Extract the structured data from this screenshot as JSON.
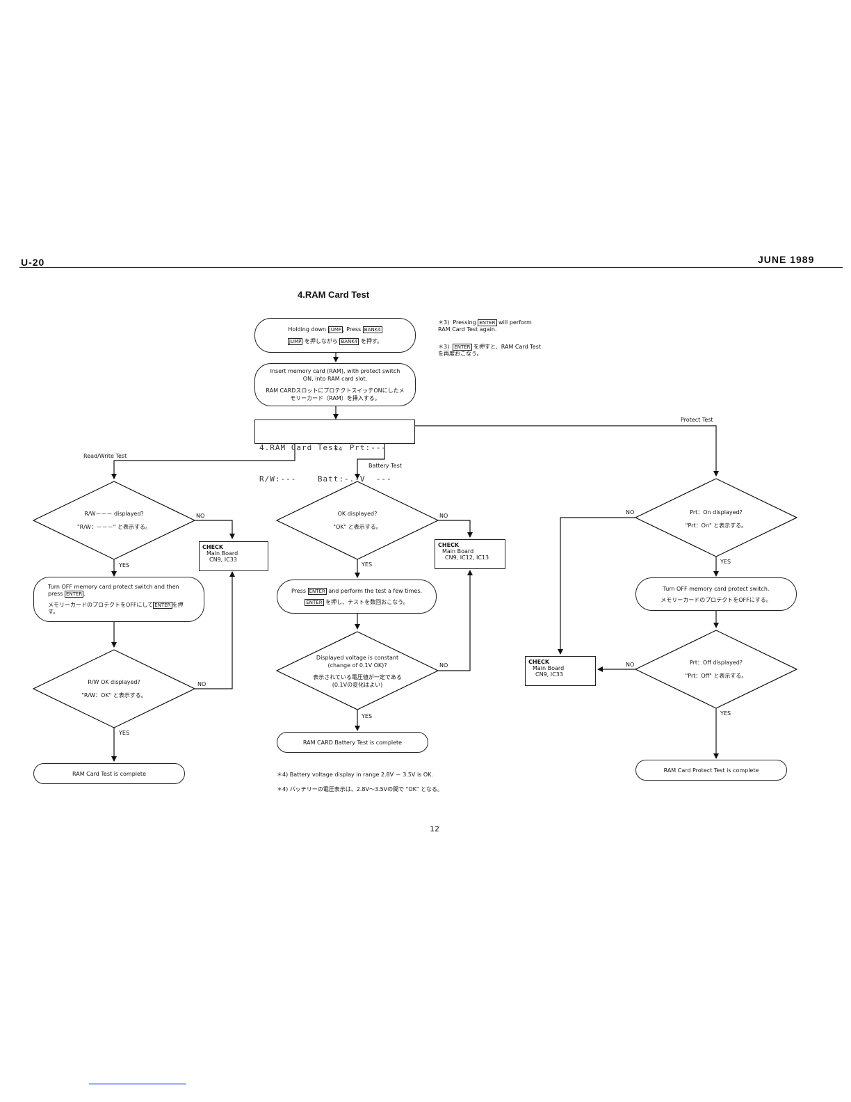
{
  "header": {
    "page_code": "U-20",
    "date": "JUNE 1989"
  },
  "section_title": "4.RAM Card Test",
  "start_box": {
    "line1_pre": "Holding down ",
    "key1": "JUMP",
    "line1_mid": ", Press ",
    "key2": "BANK4",
    "key3": "JUMP",
    "line2_mid": " を押しながら ",
    "key4": "BANK4",
    "line2_post": " を押す。"
  },
  "insert_box": {
    "en": "Insert memory card (RAM), with protect switch ON, into RAM card slot.",
    "jp": "RAM CARDスロットにプロテクトスイッチONにしたメモリーカード（RAM）を挿入する。"
  },
  "lcd": {
    "line1": "4.RAM Card Test  Prt:---",
    "line2": "R/W:---    Batt:-.-V  ---",
    "note": "＊4"
  },
  "notes_top": {
    "n1_mark": "＊3)",
    "n1_pre": "Pressing ",
    "n1_key": "ENTER",
    "n1_post": " will perform RAM Card Test again.",
    "n2_mark": "＊3)",
    "n2_key": "ENTER",
    "n2_post": " を押すと、RAM Card Testを再度おこなう。"
  },
  "branch_labels": {
    "rw": "Read/Write Test",
    "battery": "Battery Test",
    "protect": "Protect Test"
  },
  "rw": {
    "d1_en": "R/W－－－ displayed?",
    "d1_jp": "\"R/W：－－－\" と表示する。",
    "yes": "YES",
    "no": "NO",
    "check_title": "CHECK",
    "check_l1": "Main Board",
    "check_l2": "CN9, IC33",
    "box_en_pre": "Turn OFF memory card protect switch and then press ",
    "box_key": "ENTER",
    "box_en_post": ".",
    "box_jp_pre": "メモリーカードのプロテクトをOFFにして",
    "box_key2": "ENTER",
    "box_jp_post": "を押す。",
    "d2_en": "R/W OK displayed?",
    "d2_jp": "\"R/W：OK\" と表示する。",
    "end": "RAM Card Test is complete"
  },
  "batt": {
    "d1_en": "OK displayed?",
    "d1_jp": "\"OK\" と表示する。",
    "yes": "YES",
    "no": "NO",
    "check_title": "CHECK",
    "check_l1": "Main Board",
    "check_l2": "CN9, IC12, IC13",
    "box_pre": "Press ",
    "box_key": "ENTER",
    "box_post": " and perform the test a few times.",
    "box_key2": "ENTER",
    "box_jp": " を押し、テストを数回おこなう。",
    "d2_en1": "Displayed voltage is constant",
    "d2_en2": "(change of 0.1V OK)?",
    "d2_jp1": "表示されている電圧値が一定である",
    "d2_jp2": "(0.1Vの変化はよい)",
    "end": "RAM CARD Battery Test is complete",
    "note1": "＊4)  Battery voltage display in range 2.8V － 3.5V is OK.",
    "note2": "＊4)  バッテリーの電圧表示は、2.8V～3.5Vの間で \"OK\" となる。"
  },
  "prot": {
    "d1_en": "Prt：On displayed?",
    "d1_jp": "\"Prt：On\" と表示する。",
    "yes": "YES",
    "no": "NO",
    "box_en": "Turn OFF memory card protect switch.",
    "box_jp": "メモリーカードのプロテクトをOFFにする。",
    "d2_en": "Prt：Off displayed?",
    "d2_jp": "\"Prt：Off\" と表示する。",
    "yes2": "YES",
    "no2": "NO",
    "check_title": "CHECK",
    "check_l1": "Main Board",
    "check_l2": "CN9, IC33",
    "end": "RAM Card Protect Test is complete"
  },
  "page_number": "12"
}
